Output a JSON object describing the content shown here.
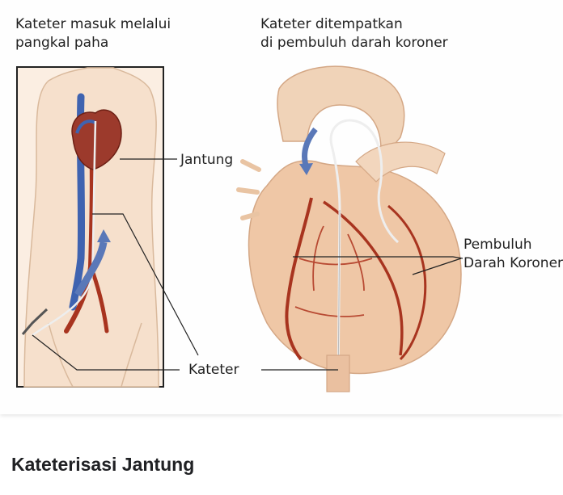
{
  "labels": {
    "groin_line1": "Kateter masuk melalui",
    "groin_line2": "pangkal paha",
    "coronary_line1": "Kateter ditempatkan",
    "coronary_line2": "di pembuluh darah koroner",
    "heart": "Jantung",
    "vessel_line1": "Pembuluh",
    "vessel_line2": "Darah Koroner",
    "catheter": "Kateter"
  },
  "caption": "Kateterisasi Jantung",
  "colors": {
    "skin": "#f6e0cc",
    "heart_muscle": "#efc7a6",
    "artery": "#a8341f",
    "vein": "#3f63b0",
    "outline": "#222222"
  }
}
